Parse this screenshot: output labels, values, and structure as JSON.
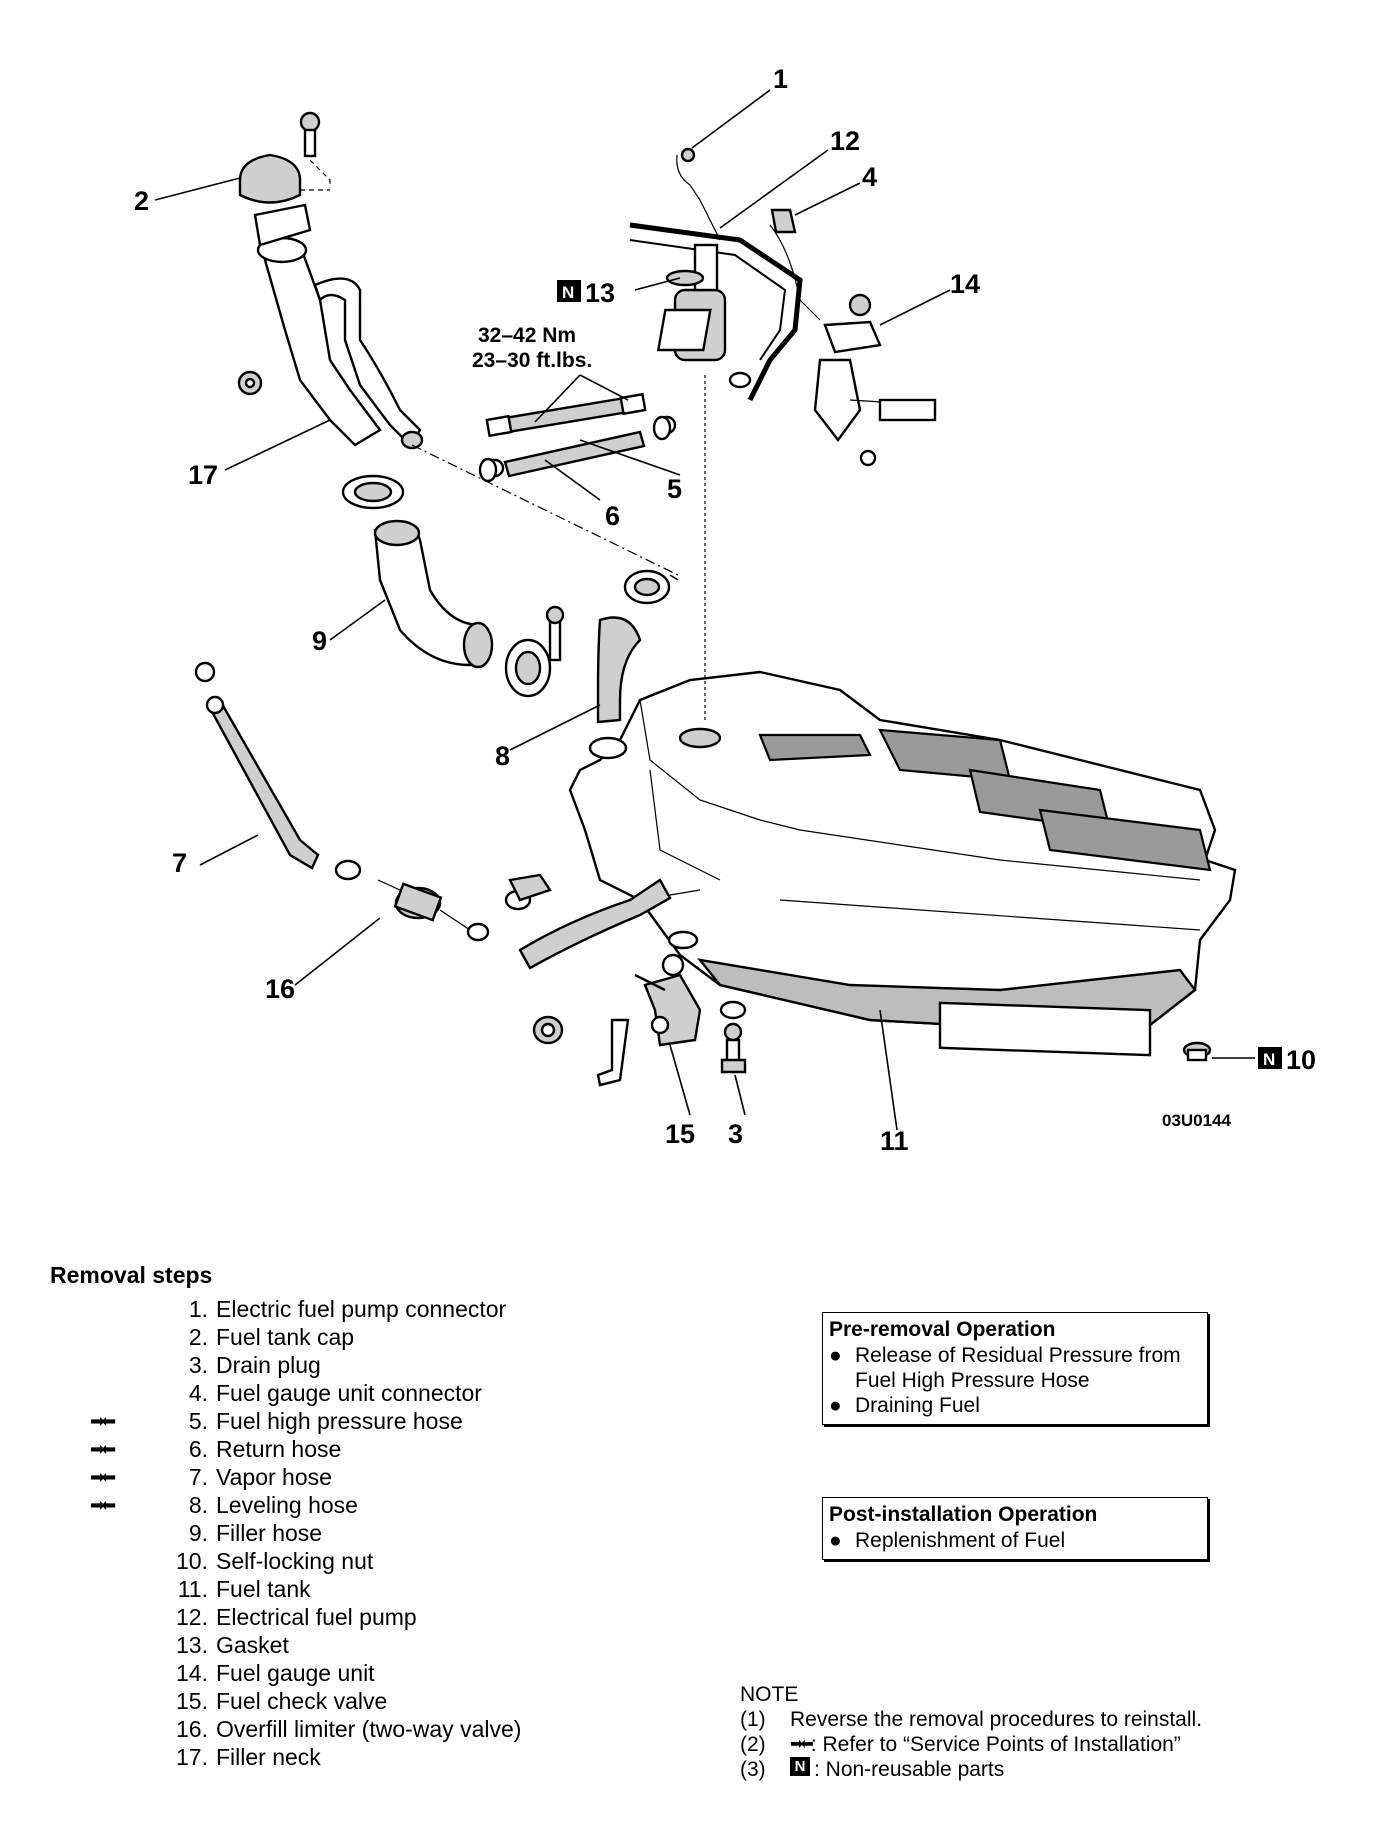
{
  "diagram": {
    "callouts": [
      {
        "id": "c1",
        "text": "1"
      },
      {
        "id": "c12",
        "text": "12"
      },
      {
        "id": "c4",
        "text": "4"
      },
      {
        "id": "c2",
        "text": "2"
      },
      {
        "id": "c13",
        "text": "13"
      },
      {
        "id": "c14",
        "text": "14"
      },
      {
        "id": "c17",
        "text": "17"
      },
      {
        "id": "c5",
        "text": "5"
      },
      {
        "id": "c6",
        "text": "6"
      },
      {
        "id": "c9",
        "text": "9"
      },
      {
        "id": "c8",
        "text": "8"
      },
      {
        "id": "c7",
        "text": "7"
      },
      {
        "id": "c16",
        "text": "16"
      },
      {
        "id": "c15",
        "text": "15"
      },
      {
        "id": "c3",
        "text": "3"
      },
      {
        "id": "c11",
        "text": "11"
      },
      {
        "id": "c10",
        "text": "10"
      }
    ],
    "torque_nm": "32–42 Nm",
    "torque_ftlbs": "23–30 ft.lbs.",
    "figure_code": "03U0144",
    "nonreusable_badge": "N"
  },
  "removal": {
    "title": "Removal steps",
    "steps": [
      {
        "num": "1.",
        "label": "Electric fuel pump connector",
        "mark": ""
      },
      {
        "num": "2.",
        "label": "Fuel tank cap",
        "mark": ""
      },
      {
        "num": "3.",
        "label": "Drain plug",
        "mark": ""
      },
      {
        "num": "4.",
        "label": "Fuel gauge unit connector",
        "mark": ""
      },
      {
        "num": "5.",
        "label": "Fuel high pressure hose",
        "mark": "➡⬅"
      },
      {
        "num": "6.",
        "label": "Return hose",
        "mark": "➡⬅"
      },
      {
        "num": "7.",
        "label": "Vapor hose",
        "mark": "➡⬅"
      },
      {
        "num": "8.",
        "label": "Leveling hose",
        "mark": "➡⬅"
      },
      {
        "num": "9.",
        "label": "Filler hose",
        "mark": ""
      },
      {
        "num": "10.",
        "label": "Self-locking nut",
        "mark": ""
      },
      {
        "num": "11.",
        "label": "Fuel tank",
        "mark": ""
      },
      {
        "num": "12.",
        "label": "Electrical fuel pump",
        "mark": ""
      },
      {
        "num": "13.",
        "label": "Gasket",
        "mark": ""
      },
      {
        "num": "14.",
        "label": "Fuel gauge unit",
        "mark": ""
      },
      {
        "num": "15.",
        "label": "Fuel check valve",
        "mark": ""
      },
      {
        "num": "16.",
        "label": "Overfill limiter (two-way valve)",
        "mark": ""
      },
      {
        "num": "17.",
        "label": "Filler neck",
        "mark": ""
      }
    ]
  },
  "pre_removal": {
    "title": "Pre-removal Operation",
    "items": [
      "Release of Residual Pressure from Fuel High Pressure Hose",
      "Draining Fuel"
    ]
  },
  "post_installation": {
    "title": "Post-installation Operation",
    "items": [
      "Replenishment of Fuel"
    ]
  },
  "note": {
    "title": "NOTE",
    "lines": [
      {
        "idx": "(1)",
        "text": "Reverse the removal procedures to reinstall."
      },
      {
        "idx": "(2)",
        "prefix": "➡⬅",
        "text": ": Refer to “Service Points of Installation”"
      },
      {
        "idx": "(3)",
        "badge": "N",
        "text": ": Non-reusable parts"
      }
    ]
  }
}
